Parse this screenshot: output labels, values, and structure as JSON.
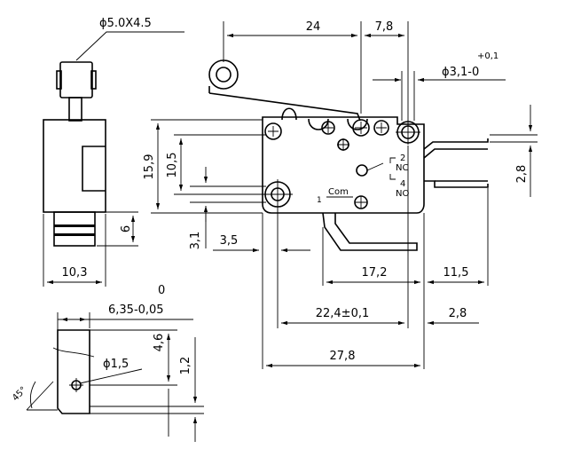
{
  "dimensions": {
    "shaft_dia": "ϕ5.0X4.5",
    "lever_offset": "24",
    "terminal_gap": "7,8",
    "tol_plus": "+0,1",
    "hole_dia": "ϕ3,1-0",
    "height_total": "15,9",
    "height_mid": "10,5",
    "term_offset": "2,8",
    "nc_num": "2",
    "nc_label": "NC",
    "no_num": "4",
    "no_label": "NO",
    "com_num": "1",
    "com_label": "Com",
    "side_height": "6",
    "side_width": "10,3",
    "hole_small": "3,1",
    "hole_gap": "3,5",
    "term_span": "17,2",
    "term_end": "11,5",
    "term_tol_top": "0",
    "term_width": "6,35-0,05",
    "hole_pitch": "22,4±0,1",
    "term_tail": "2,8",
    "body_length": "27,8",
    "pin_dia": "ϕ1,5",
    "pin_h1": "4,6",
    "pin_h2": "1,2",
    "angle": "45°"
  }
}
